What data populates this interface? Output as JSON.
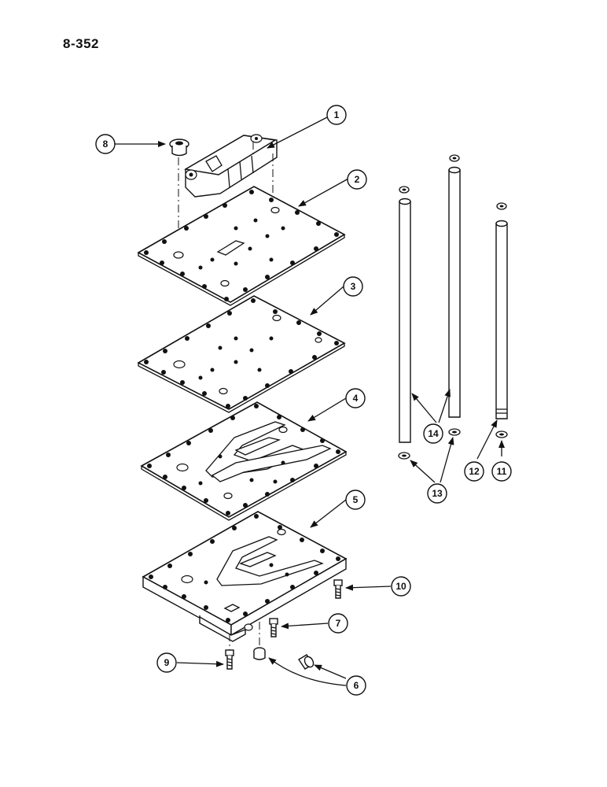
{
  "page_number": "8-352",
  "callouts": [
    {
      "id": "callout-1",
      "label": "1"
    },
    {
      "id": "callout-2",
      "label": "2"
    },
    {
      "id": "callout-3",
      "label": "3"
    },
    {
      "id": "callout-4",
      "label": "4"
    },
    {
      "id": "callout-5",
      "label": "5"
    },
    {
      "id": "callout-6",
      "label": "6"
    },
    {
      "id": "callout-7",
      "label": "7"
    },
    {
      "id": "callout-8",
      "label": "8"
    },
    {
      "id": "callout-9",
      "label": "9"
    },
    {
      "id": "callout-10",
      "label": "10"
    },
    {
      "id": "callout-11",
      "label": "11"
    },
    {
      "id": "callout-12",
      "label": "12"
    },
    {
      "id": "callout-13",
      "label": "13"
    },
    {
      "id": "callout-14",
      "label": "14"
    }
  ]
}
